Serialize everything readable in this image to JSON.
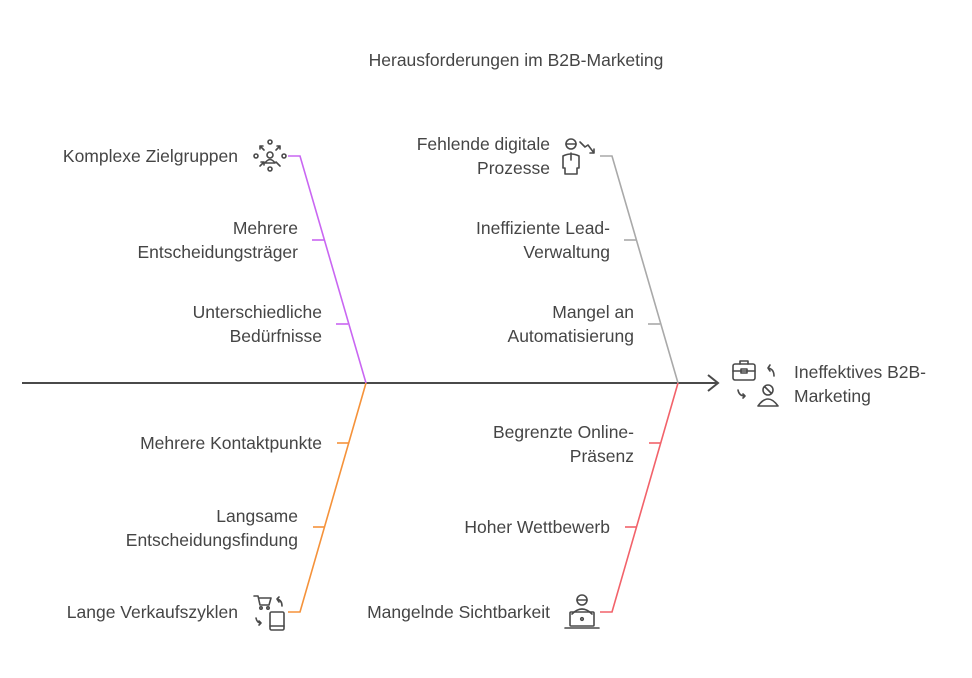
{
  "title": "Herausforderungen im B2B-Marketing",
  "effect": {
    "lines": [
      "Ineffektives B2B-",
      "Marketing"
    ],
    "icon": "briefcase-person-cycle-icon"
  },
  "colors": {
    "spine": "#4a4a4a",
    "purple": "#c966f2",
    "gray": "#a9a9a9",
    "orange": "#f5923a",
    "red": "#f2626a",
    "text": "#454545"
  },
  "branches": [
    {
      "name": "Komplexe Zielgruppen",
      "color": "purple",
      "icon": "target-group-icon",
      "head": [
        "Komplexe Zielgruppen"
      ],
      "causes": [
        [
          "Mehrere",
          "Entscheidungsträger"
        ],
        [
          "Unterschiedliche",
          "Bedürfnisse"
        ]
      ]
    },
    {
      "name": "Fehlende digitale Prozesse",
      "color": "gray",
      "icon": "person-down-trend-icon",
      "head": [
        "Fehlende digitale",
        "Prozesse"
      ],
      "causes": [
        [
          "Ineffiziente Lead-",
          "Verwaltung"
        ],
        [
          "Mangel an",
          "Automatisierung"
        ]
      ]
    },
    {
      "name": "Lange Verkaufszyklen",
      "color": "orange",
      "icon": "cart-mobile-cycle-icon",
      "head": [
        "Lange Verkaufszyklen"
      ],
      "causes": [
        [
          "Mehrere Kontaktpunkte"
        ],
        [
          "Langsame",
          "Entscheidungsfindung"
        ]
      ]
    },
    {
      "name": "Mangelnde Sichtbarkeit",
      "color": "red",
      "icon": "person-laptop-icon",
      "head": [
        "Mangelnde Sichtbarkeit"
      ],
      "causes": [
        [
          "Begrenzte Online-",
          "Präsenz"
        ],
        [
          "Hoher Wettbewerb"
        ]
      ]
    }
  ]
}
